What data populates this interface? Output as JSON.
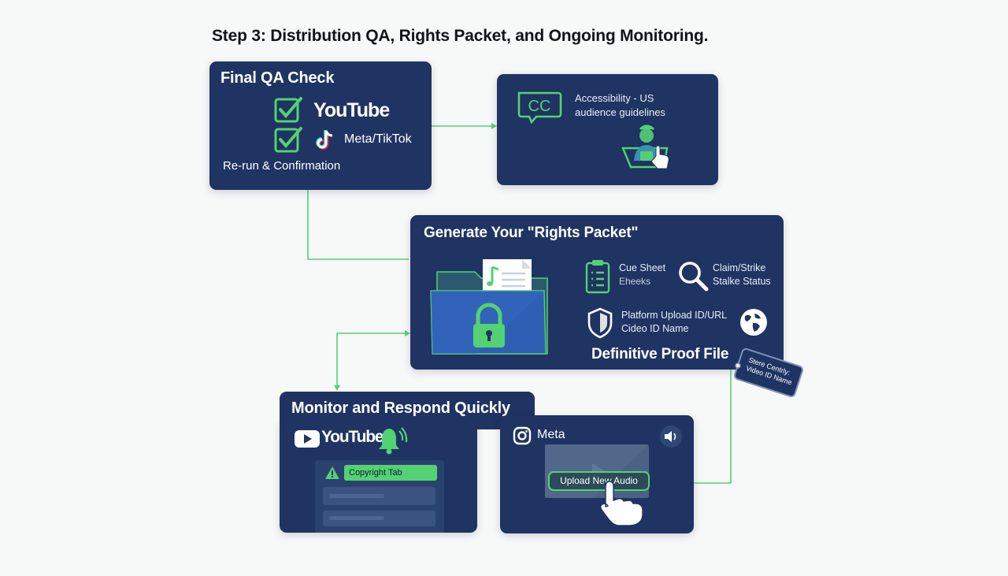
{
  "title": "Step 3: Distribution QA, Rights Packet, and Ongoing Monitoring.",
  "colors": {
    "card": "#1f3462",
    "accent_green": "#54d173",
    "background": "#f7f8f8",
    "title_text": "#111418"
  },
  "qa_card": {
    "title": "Final QA Check",
    "youtube_logo": "YouTube",
    "meta_tiktok": "Meta/TikTok",
    "footer": "Re-run & Confirmation",
    "icons": [
      "checkbox-checked-icon",
      "youtube-logo-icon",
      "tiktok-logo-icon"
    ]
  },
  "accessibility_card": {
    "line1": "Accessibility - US",
    "line2": "audience guidelines",
    "icons": [
      "closed-caption-icon",
      "person-at-screen-icon"
    ],
    "cc_label": "CC"
  },
  "rights_card": {
    "title": "Generate Your \"Rights Packet\"",
    "cue_sheet_line1": "Cue Sheet",
    "cue_sheet_line2": "Eheeks",
    "claim_line1": "Claim/Strike",
    "claim_line2": "Stalke Status",
    "platform_line1": "Platform Upload ID/URL",
    "platform_line2": "Cideo ID Name",
    "proof": "Definitive Proof File",
    "icons": [
      "locked-folder-icon",
      "clipboard-icon",
      "magnifier-icon",
      "shield-icon",
      "globe-icon"
    ]
  },
  "tag": {
    "line1": "Stere Centrly:",
    "line2": "Video ID Name"
  },
  "monitor_card": {
    "title": "Monitor and Respond Quickly",
    "youtube_logo": "YouTube",
    "copyright_tab": "Copyright Tab",
    "icons": [
      "youtube-logo-icon",
      "bell-icon",
      "warning-icon"
    ]
  },
  "meta_card": {
    "label": "Meta",
    "upload_button": "Upload New Audio",
    "icons": [
      "instagram-icon",
      "speaker-icon",
      "video-thumbnail-icon",
      "pointer-hand-icon"
    ]
  }
}
